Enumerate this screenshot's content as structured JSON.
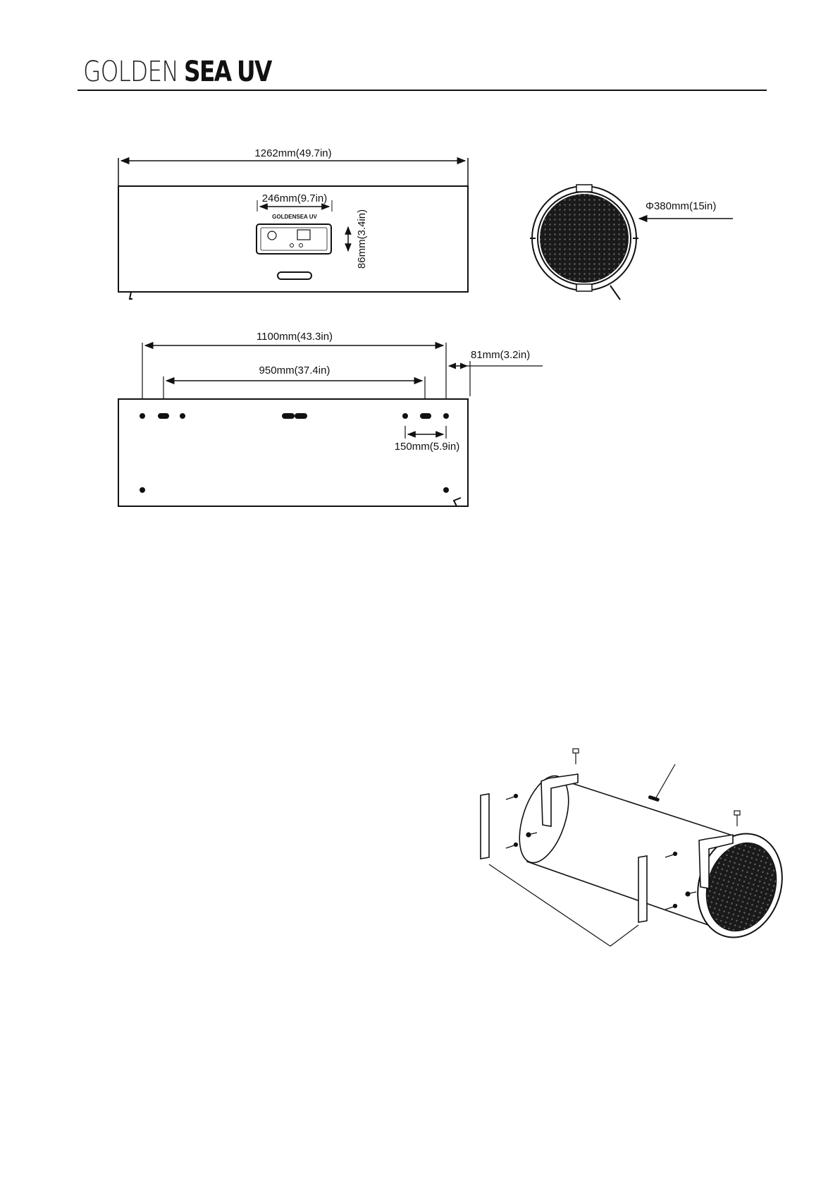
{
  "header": {
    "brand_light": "GOLDEN",
    "brand_bold": "SEA",
    "brand_uv": "UV"
  },
  "front_view": {
    "overall_length": "1262mm(49.7in)",
    "panel_width": "246mm(9.7in)",
    "panel_height": "86mm(3.4in)",
    "panel_logo": "GOLDENSEA UV"
  },
  "end_view": {
    "diameter": "Φ380mm(15in)"
  },
  "bottom_view": {
    "outer_holes": "1100mm(43.3in)",
    "inner_holes": "950mm(37.4in)",
    "end_offset": "81mm(3.2in)",
    "hole_pair": "150mm(5.9in)"
  }
}
